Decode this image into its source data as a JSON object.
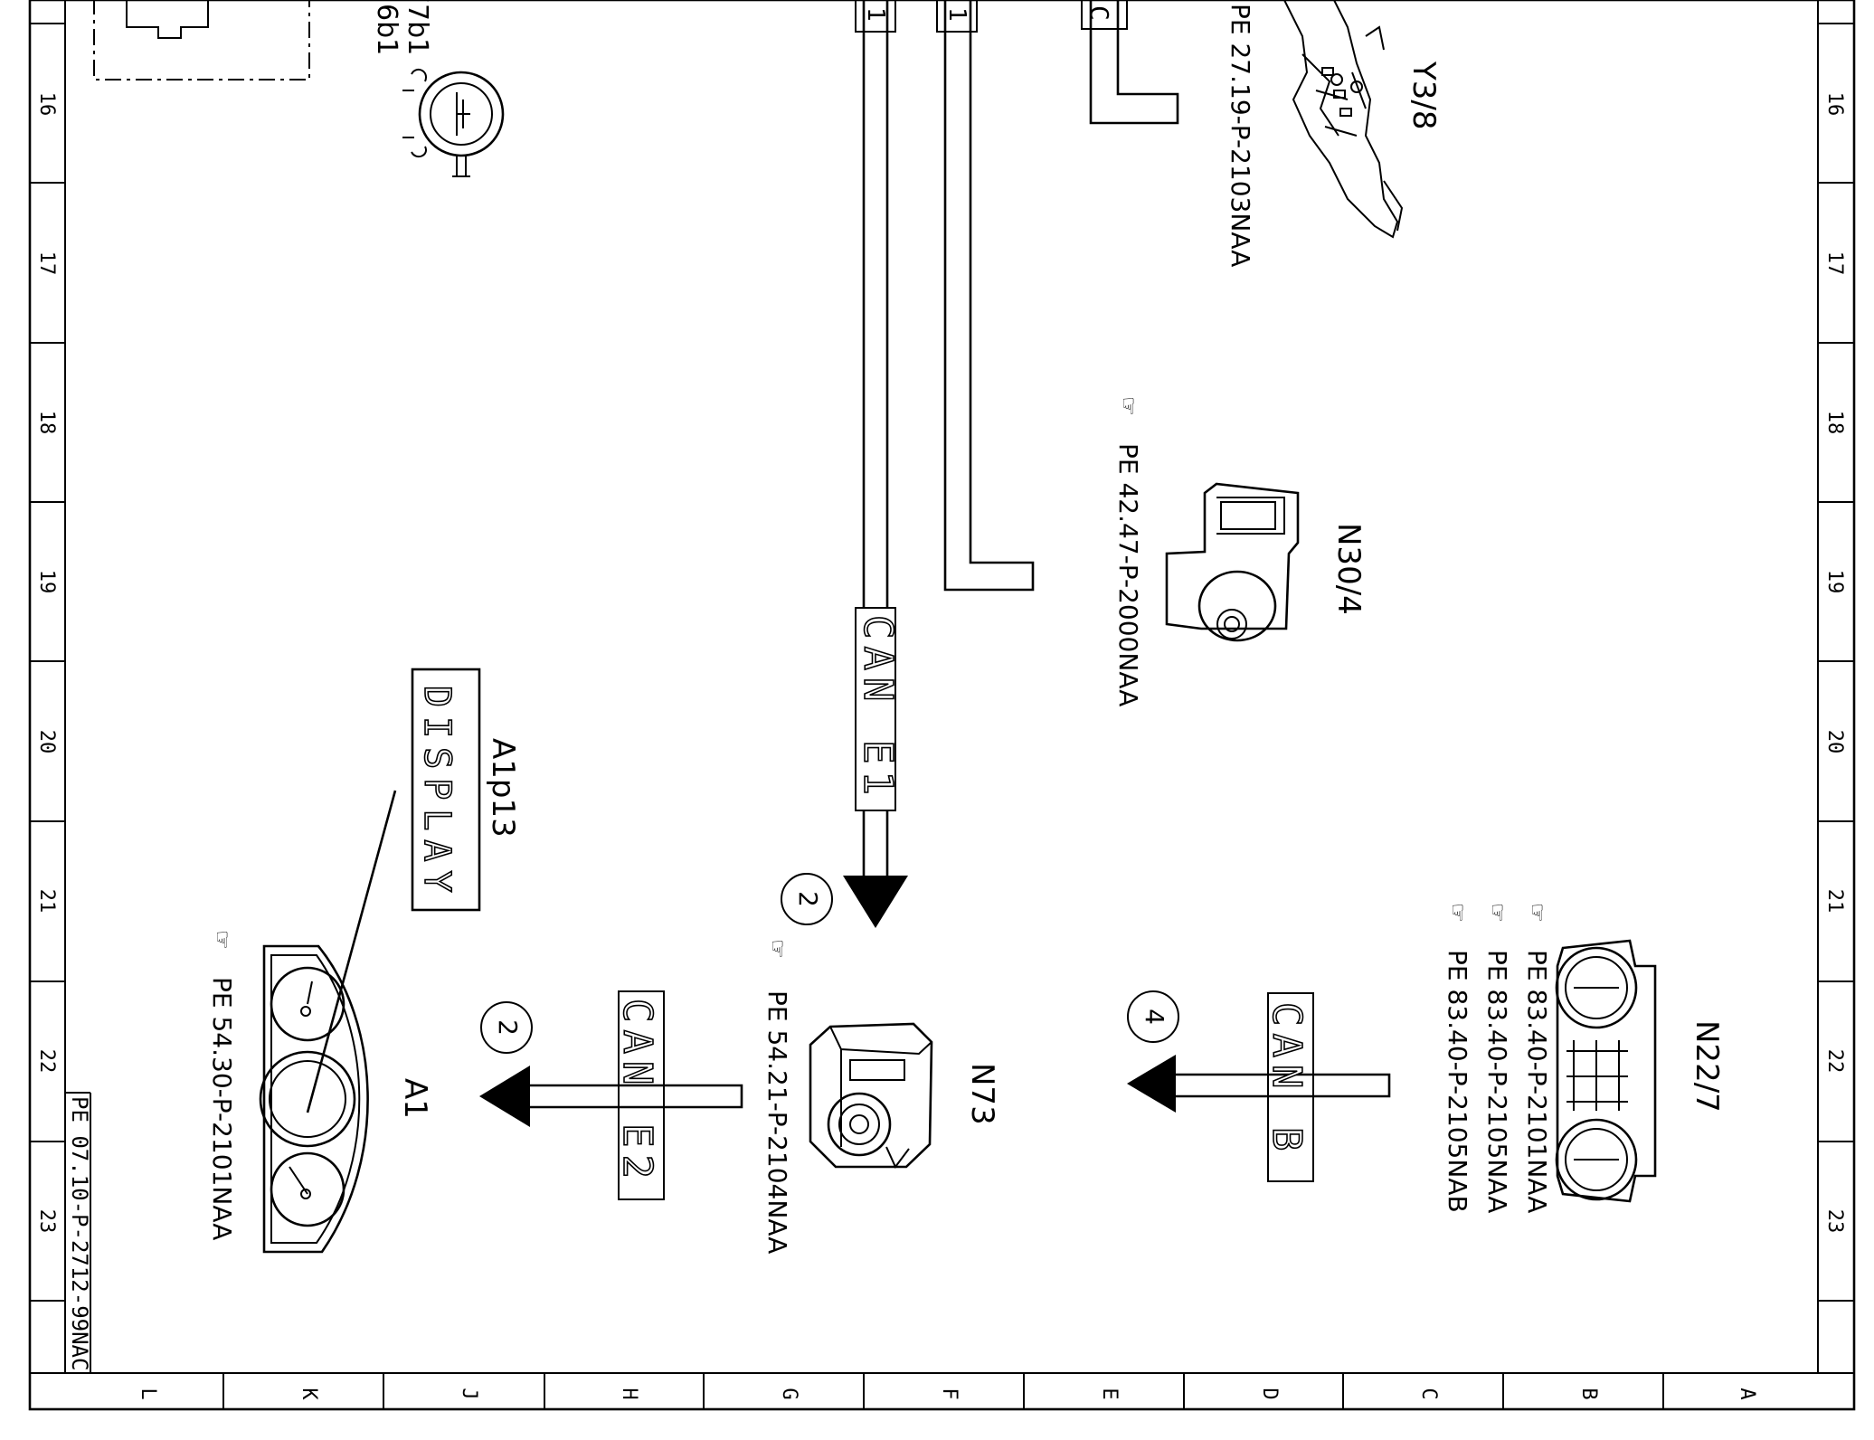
{
  "frame": {
    "columns": [
      "L",
      "K",
      "J",
      "H",
      "G",
      "F",
      "E",
      "D",
      "C",
      "B",
      "A"
    ],
    "rows": [
      "16",
      "17",
      "18",
      "19",
      "20",
      "21",
      "22",
      "23"
    ],
    "drawing_id": "PE 07.10-P-2712-99NAC"
  },
  "top_cut": {
    "labels": [
      "6b1",
      "7",
      "7b1"
    ],
    "wire_marks": [
      "1",
      "1"
    ],
    "conn_mark": "C"
  },
  "components": {
    "y3_8": {
      "name": "Y3/8",
      "ref": "PE 27.19-P-2103NAA"
    },
    "n30_4": {
      "name": "N30/4",
      "ref": "PE 42.47-P-2000NAA"
    },
    "a1p13": {
      "name": "A1p13",
      "display": "DISPLAY"
    },
    "a1": {
      "name": "A1",
      "ref": "PE 54.30-P-2101NAA"
    },
    "n73": {
      "name": "N73",
      "ref": "PE 54.21-P-2104NAA"
    },
    "n22_7": {
      "name": "N22/7",
      "refs": [
        "PE 83.40-P-2101NAA",
        "PE 83.40-P-2105NAA",
        "PE 83.40-P-2105NAB"
      ]
    }
  },
  "buses": {
    "can_e1": "CAN E1",
    "can_e2": "CAN E2",
    "can_b": "CAN B"
  },
  "markers": [
    "2",
    "2",
    "4"
  ]
}
